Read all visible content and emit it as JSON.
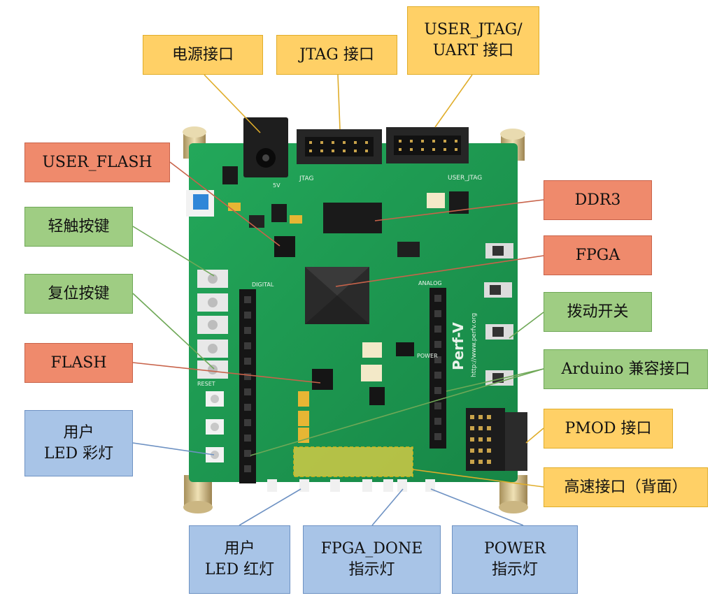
{
  "labels": {
    "power_port": "电源接口",
    "jtag_port": "JTAG 接口",
    "user_jtag_uart_l1": "USER_JTAG/",
    "user_jtag_uart_l2": "UART 接口",
    "user_flash": "USER_FLASH",
    "ddr3": "DDR3",
    "tact_switch": "轻触按键",
    "fpga": "FPGA",
    "reset_button": "复位按键",
    "dip_switch": "拨动开关",
    "flash": "FLASH",
    "arduino": "Arduino 兼容接口",
    "user_rgb_led_l1": "用户",
    "user_rgb_led_l2": "LED 彩灯",
    "pmod": "PMOD 接口",
    "highspeed": "高速接口（背面）",
    "user_red_led_l1": "用户",
    "user_red_led_l2": "LED 红灯",
    "fpga_done_l1": "FPGA_DONE",
    "fpga_done_l2": "指示灯",
    "power_led_l1": "POWER",
    "power_led_l2": "指示灯"
  },
  "board": {
    "silk_jtag": "JTAG",
    "silk_user_jtag": "USER_JTAG",
    "silk_digital": "DIGITAL",
    "silk_analog": "ANALOG",
    "silk_power": "POWER",
    "silk_reset": "RESET",
    "silk_brand": "Perf-V",
    "silk_url": "http://www.perfv.org",
    "silk_5v": "5V"
  },
  "colors": {
    "pcb": "#1f9a52",
    "label_orange": "#ffd066",
    "label_red": "#ef8a6c",
    "label_green": "#9fcd83",
    "label_blue": "#a8c4e7"
  }
}
